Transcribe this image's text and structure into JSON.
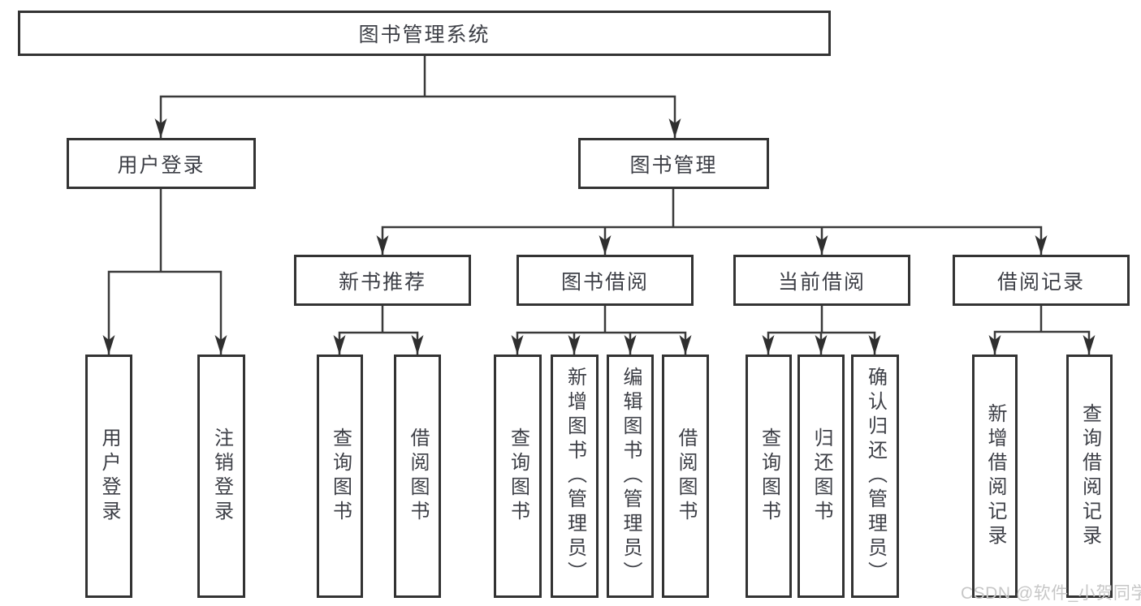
{
  "diagram": {
    "type": "hierarchy-tree",
    "root": {
      "label": "图书管理系统"
    },
    "level2": [
      {
        "label": "用户登录"
      },
      {
        "label": "图书管理"
      }
    ],
    "level3": [
      {
        "label": "新书推荐",
        "parent": "图书管理"
      },
      {
        "label": "图书借阅",
        "parent": "图书管理"
      },
      {
        "label": "当前借阅",
        "parent": "图书管理"
      },
      {
        "label": "借阅记录",
        "parent": "图书管理"
      }
    ],
    "leaves": [
      {
        "label": "用户登录",
        "parent": "用户登录"
      },
      {
        "label": "注销登录",
        "parent": "用户登录"
      },
      {
        "label": "查询图书",
        "parent": "新书推荐"
      },
      {
        "label": "借阅图书",
        "parent": "新书推荐"
      },
      {
        "label": "查询图书",
        "parent": "图书借阅"
      },
      {
        "label": "新增图书（管理员）",
        "parent": "图书借阅"
      },
      {
        "label": "编辑图书（管理员）",
        "parent": "图书借阅"
      },
      {
        "label": "借阅图书",
        "parent": "图书借阅"
      },
      {
        "label": "查询图书",
        "parent": "当前借阅"
      },
      {
        "label": "归还图书",
        "parent": "当前借阅"
      },
      {
        "label": "确认归还（管理员）",
        "parent": "当前借阅"
      },
      {
        "label": "新增借阅记录",
        "parent": "借阅记录"
      },
      {
        "label": "查询借阅记录",
        "parent": "借阅记录"
      }
    ]
  },
  "watermark": "CSDN @软件_小贺同学",
  "colors": {
    "line": "#3a3a3a",
    "border": "#333333",
    "text": "#3d3f46",
    "watermark": "#c7c7c7",
    "background": "#ffffff"
  }
}
